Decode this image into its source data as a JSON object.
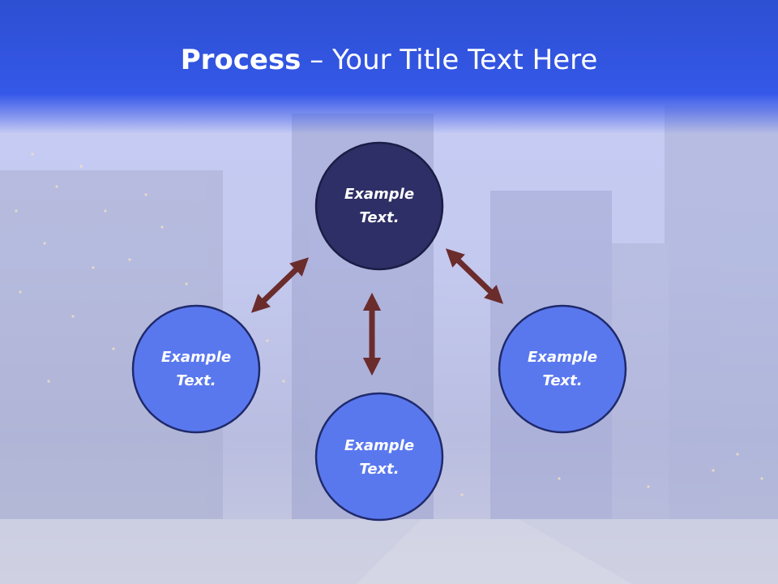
{
  "slide": {
    "title_bold": "Process",
    "title_rest": " – Your Title Text Here"
  },
  "nodes": [
    {
      "id": "top",
      "line1": "Example",
      "line2": "Text.",
      "fill": "#2e2f66"
    },
    {
      "id": "left",
      "line1": "Example",
      "line2": "Text.",
      "fill": "#5a78ee"
    },
    {
      "id": "bottom",
      "line1": "Example",
      "line2": "Text.",
      "fill": "#5a78ee"
    },
    {
      "id": "right",
      "line1": "Example",
      "line2": "Text.",
      "fill": "#5a78ee"
    }
  ],
  "colors": {
    "header": "#3558e8",
    "arrow": "#6b2c2c",
    "node_stroke": "#1f2a6b"
  }
}
